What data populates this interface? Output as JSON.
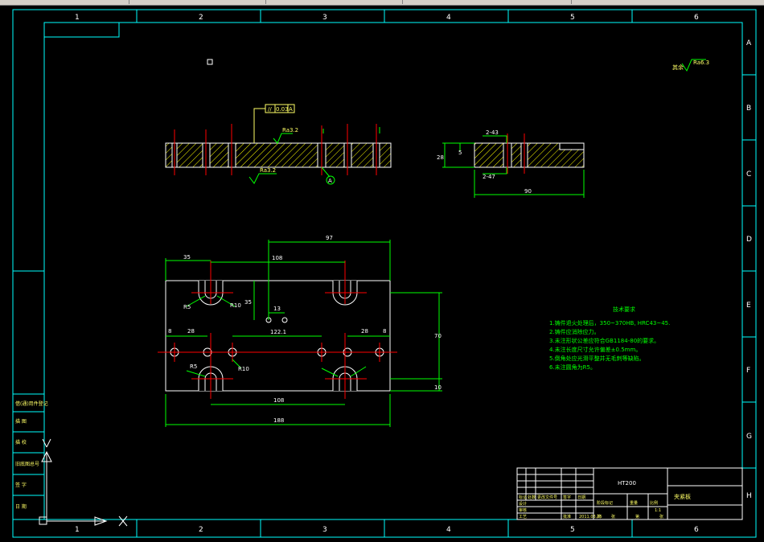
{
  "zones": {
    "columns": [
      "1",
      "2",
      "3",
      "4",
      "5",
      "6"
    ],
    "rows": [
      "A",
      "B",
      "C",
      "D",
      "E",
      "F",
      "G",
      "H"
    ]
  },
  "colors": {
    "background": "#000000",
    "frame": "#00ffff",
    "outline": "#ffffff",
    "centerline": "#ff0000",
    "dimension": "#00ff00",
    "hatch": "#ffff00"
  },
  "left_strip": {
    "labels": [
      "借(通)用件登记",
      "描 图",
      "描 校",
      "旧底图总号",
      "签 字",
      "日 期"
    ]
  },
  "top_view": {
    "tolerance": [
      "//",
      "0.03",
      "A"
    ],
    "roughness_top": "Ra3.2",
    "roughness_bottom": "Ra3.2",
    "datum": "A"
  },
  "side_view": {
    "dims": [
      "2-43",
      "5",
      "28",
      "2-47",
      "90"
    ]
  },
  "plan_view": {
    "dims": [
      "97",
      "35",
      "108",
      "35",
      "R5",
      "R10",
      "13",
      "122.1",
      "8",
      "28",
      "28",
      "8",
      "R5",
      "R10",
      "70",
      "10",
      "108",
      "188"
    ]
  },
  "roughness_corner": {
    "prefix": "其余",
    "value": "Ra6.3"
  },
  "tech_notes": {
    "title": "技术要求",
    "items": [
      "1.铸件退火处理后，350~370HB, HRC43~45.",
      "2.铸件应消除应力。",
      "3.未注形状公差应符合GB1184-80的要求。",
      "4.未注长度尺寸允许偏差±0.5mm。",
      "5.倒角处应光滑平整并无毛刺等缺陷。",
      "6.未注圆角为R5。"
    ]
  },
  "title_block": {
    "material": "HT200",
    "part_name": "夹紧板",
    "labels": [
      "标记",
      "处数",
      "更改文件号",
      "签字",
      "日期",
      "设计",
      "审核",
      "工艺",
      "批准",
      "阶段标记",
      "重量",
      "比例",
      "共",
      "张",
      "第",
      "张"
    ],
    "scale": "1:1",
    "date": "2011.03.25"
  }
}
